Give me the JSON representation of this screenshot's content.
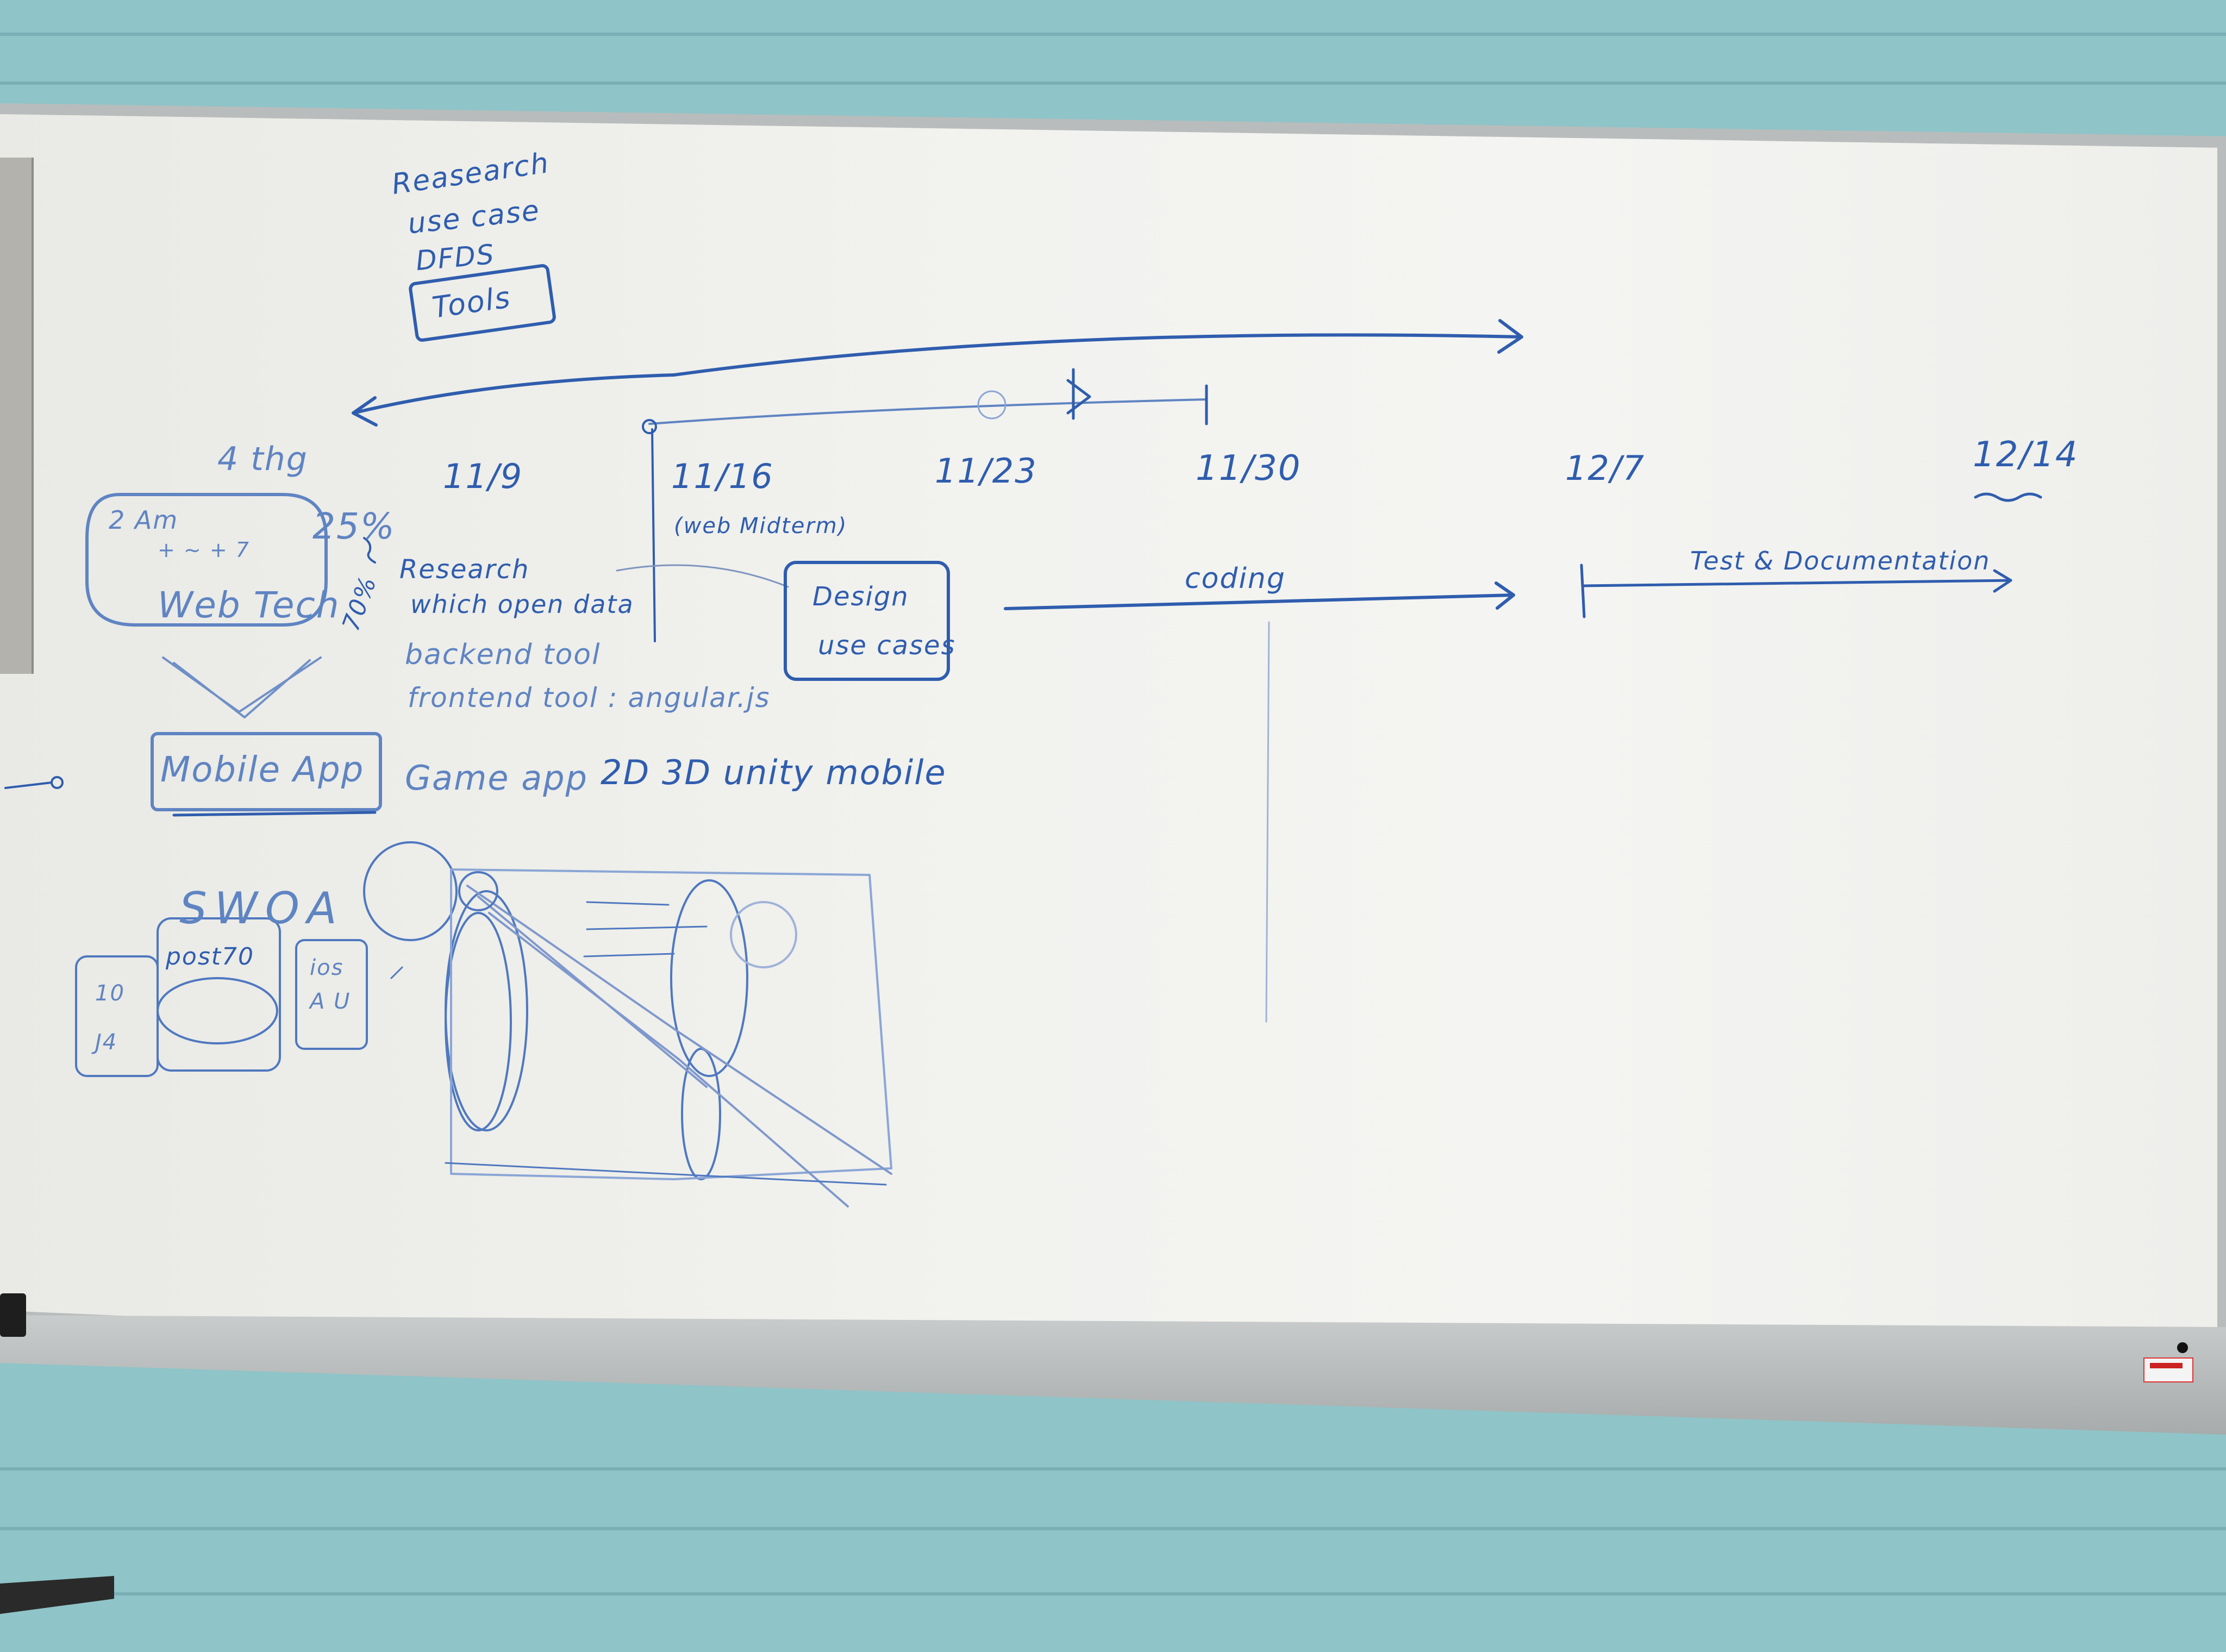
{
  "notes": {
    "top_list": [
      "Reasearch",
      "use case",
      "DFDS"
    ],
    "tools": "Tools",
    "thing": "4 thg",
    "box_top": "2 Am",
    "box_mid": "+ ~ + 7",
    "web_tech": "Web Tech",
    "pct25": "25%",
    "seventy": "70%",
    "research": "Research",
    "which_open_data": "which open data",
    "backend": "backend tool",
    "frontend": "frontend tool : angular.js",
    "mobile_app": "Mobile App",
    "game_app": "Game app",
    "unity": "2D 3D unity mobile",
    "sw_frag": "SWOA",
    "post": "post70",
    "ios": "ios A U",
    "small_a": "10",
    "small_b": "J4"
  },
  "timeline": {
    "dates": [
      "11/9",
      "11/16",
      "11/23",
      "11/30",
      "12/7",
      "12/14"
    ],
    "web_midterm": "(web Midterm)",
    "design_box": [
      "Design",
      "use cases"
    ],
    "coding": "coding",
    "test_doc": "Test & Documentation"
  },
  "colors": {
    "ink": "#2f5dae",
    "ink_light": "#5f84c2",
    "board": "#f2f2ef",
    "wall": "#8fc4c8"
  }
}
